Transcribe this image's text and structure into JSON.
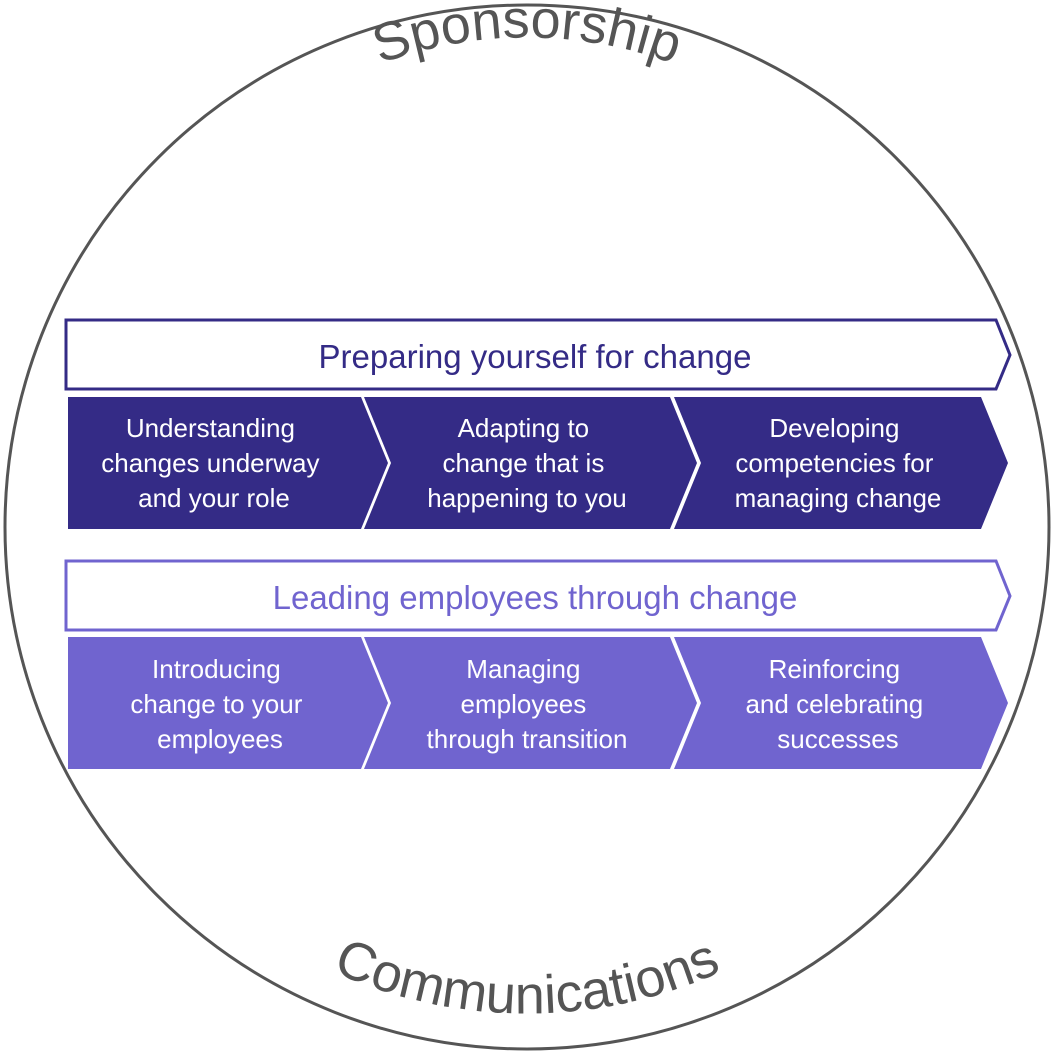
{
  "colors": {
    "outline": "#555555",
    "dark_purple": "#342B86",
    "light_purple": "#7064CF",
    "white": "#ffffff"
  },
  "ring": {
    "top_label": "Sponsorship",
    "bottom_label": "Communications"
  },
  "groups": [
    {
      "title": "Preparing yourself for change",
      "steps": [
        {
          "lines": [
            "Understanding",
            "changes underway",
            "and your role"
          ]
        },
        {
          "lines": [
            "Adapting to",
            "change that is",
            "happening to you"
          ]
        },
        {
          "lines": [
            "Developing",
            "competencies for",
            "managing change"
          ]
        }
      ]
    },
    {
      "title": "Leading employees through change",
      "steps": [
        {
          "lines": [
            "Introducing",
            "change to your",
            "employees"
          ]
        },
        {
          "lines": [
            "Managing",
            "employees",
            "through transition"
          ]
        },
        {
          "lines": [
            "Reinforcing",
            "and celebrating",
            "successes"
          ]
        }
      ]
    }
  ]
}
